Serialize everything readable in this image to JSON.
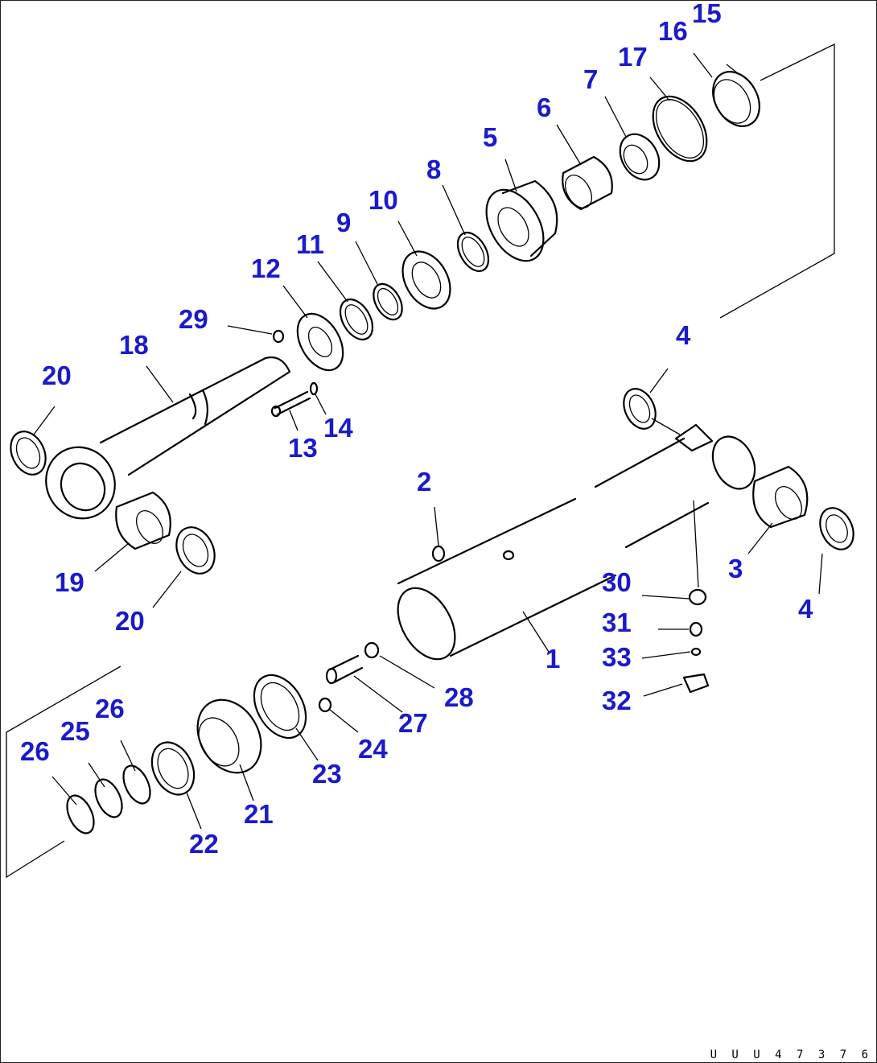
{
  "diagram": {
    "part_labels": [
      {
        "id": "p15",
        "text": "15"
      },
      {
        "id": "p16",
        "text": "16"
      },
      {
        "id": "p17",
        "text": "17"
      },
      {
        "id": "p7",
        "text": "7"
      },
      {
        "id": "p6",
        "text": "6"
      },
      {
        "id": "p5",
        "text": "5"
      },
      {
        "id": "p8",
        "text": "8"
      },
      {
        "id": "p10",
        "text": "10"
      },
      {
        "id": "p9",
        "text": "9"
      },
      {
        "id": "p11",
        "text": "11"
      },
      {
        "id": "p12",
        "text": "12"
      },
      {
        "id": "p29",
        "text": "29"
      },
      {
        "id": "p18",
        "text": "18"
      },
      {
        "id": "p20a",
        "text": "20"
      },
      {
        "id": "p14",
        "text": "14"
      },
      {
        "id": "p13",
        "text": "13"
      },
      {
        "id": "p4a",
        "text": "4"
      },
      {
        "id": "p2",
        "text": "2"
      },
      {
        "id": "p19",
        "text": "19"
      },
      {
        "id": "p20b",
        "text": "20"
      },
      {
        "id": "p3",
        "text": "3"
      },
      {
        "id": "p30",
        "text": "30"
      },
      {
        "id": "p4b",
        "text": "4"
      },
      {
        "id": "p31",
        "text": "31"
      },
      {
        "id": "p1",
        "text": "1"
      },
      {
        "id": "p33",
        "text": "33"
      },
      {
        "id": "p28",
        "text": "28"
      },
      {
        "id": "p32",
        "text": "32"
      },
      {
        "id": "p26a",
        "text": "26"
      },
      {
        "id": "p27",
        "text": "27"
      },
      {
        "id": "p25",
        "text": "25"
      },
      {
        "id": "p26b",
        "text": "26"
      },
      {
        "id": "p24",
        "text": "24"
      },
      {
        "id": "p23",
        "text": "23"
      },
      {
        "id": "p21",
        "text": "21"
      },
      {
        "id": "p22",
        "text": "22"
      }
    ],
    "drawing_code": "U U U 4 7 3 7 6"
  }
}
